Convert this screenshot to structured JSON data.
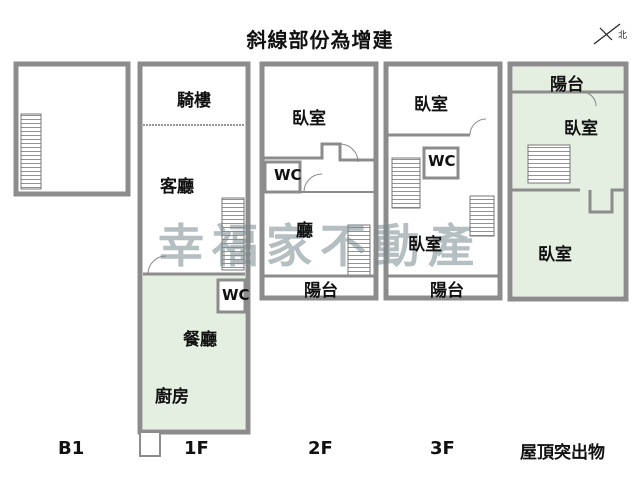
{
  "title": "斜線部份為增建",
  "north_label": "北",
  "watermark": "幸福家不動產",
  "floors": {
    "b1": "B1",
    "f1": "1F",
    "f2": "2F",
    "f3": "3F",
    "roof": "屋頂突出物"
  },
  "rooms": {
    "arcade": "騎樓",
    "living": "客廳",
    "wc1": "WC",
    "dining": "餐廳",
    "kitchen": "廚房",
    "bed2": "臥室",
    "wc2": "WC",
    "hall2": "廳",
    "balcony2": "陽台",
    "bed3a": "臥室",
    "wc3": "WC",
    "bed3b": "臥室",
    "balcony3": "陽台",
    "balcony_roof": "陽台",
    "bed_roof_a": "臥室",
    "bed_roof_b": "臥室"
  },
  "colors": {
    "wall": "#8c8c8c",
    "extension_fill": "#e4eee1",
    "text": "#111111"
  }
}
